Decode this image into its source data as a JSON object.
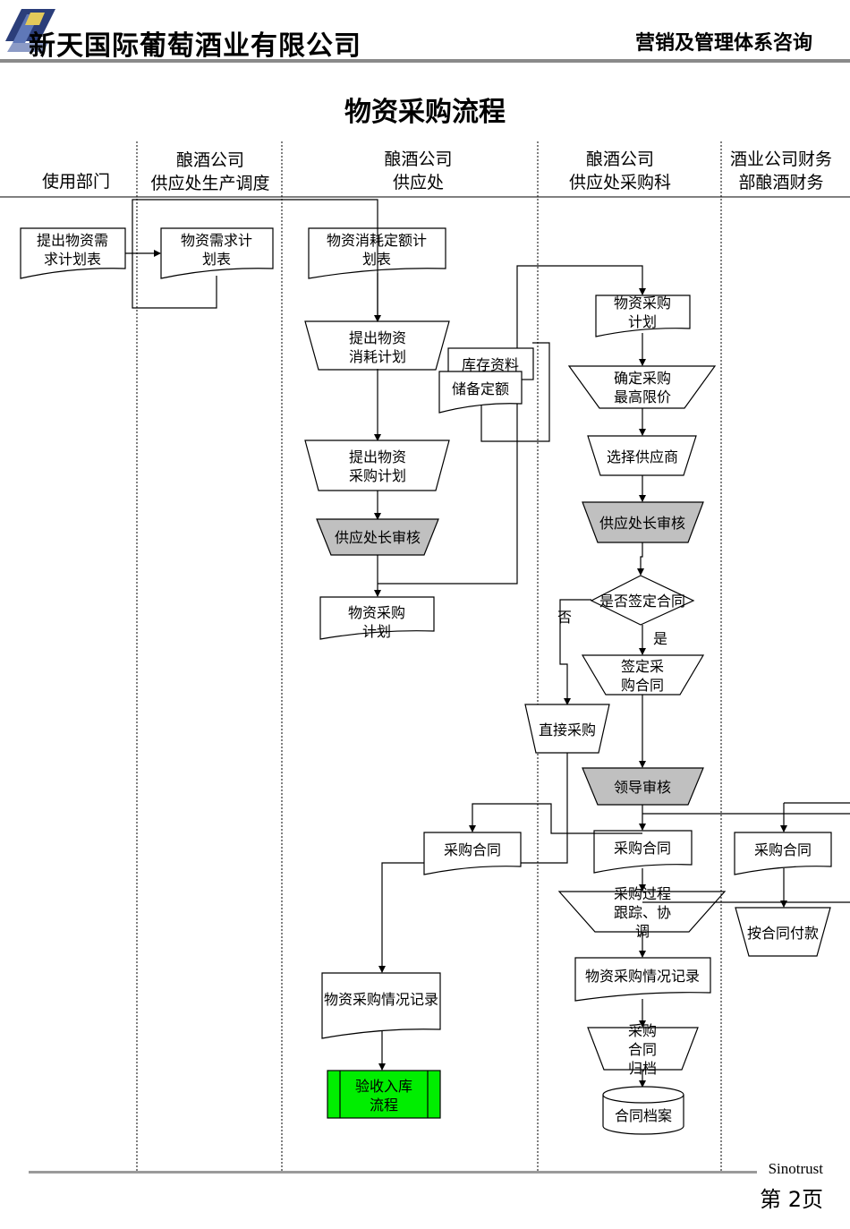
{
  "header": {
    "company": "新天国际葡萄酒业有限公司",
    "subtitle": "营销及管理体系咨询"
  },
  "title": "物资采购流程",
  "columns": [
    {
      "lines": [
        "使用部门"
      ]
    },
    {
      "lines": [
        "酿酒公司",
        "供应处生产调度"
      ]
    },
    {
      "lines": [
        "酿酒公司",
        "供应处"
      ]
    },
    {
      "lines": [
        "酿酒公司",
        "供应处采购科"
      ]
    },
    {
      "lines": [
        "酒业公司财务",
        "部酿酒财务"
      ]
    }
  ],
  "nodes": {
    "n1": [
      "提出物资需",
      "求计划表"
    ],
    "n2": [
      "物资需求计",
      "划表"
    ],
    "n3": [
      "物资消耗定额计",
      "划表"
    ],
    "n4": [
      "提出物资",
      "消耗计划"
    ],
    "n5": [
      "库存资料"
    ],
    "n6": [
      "储备定额"
    ],
    "n7": [
      "提出物资",
      "采购计划"
    ],
    "n8": [
      "供应处长审核"
    ],
    "n9": [
      "物资采购",
      "计划"
    ],
    "n10": [
      "物资采购",
      "计划"
    ],
    "n11": [
      "确定采购",
      "最高限价"
    ],
    "n12": [
      "选择供应商"
    ],
    "n13": [
      "供应处长审核"
    ],
    "n14": [
      "是否签定合同"
    ],
    "n15": [
      "签定采",
      "购合同"
    ],
    "n16": [
      "直接采购"
    ],
    "n17": [
      "领导审核"
    ],
    "n18": [
      "采购合同"
    ],
    "n19": [
      "采购合同"
    ],
    "n20": [
      "采购合同"
    ],
    "n21": [
      "采购过程",
      "跟踪、协",
      "调"
    ],
    "n22": [
      "按合同付款"
    ],
    "n23": [
      "物资采购情况记录"
    ],
    "n24": [
      "物资采购情况记录"
    ],
    "n25": [
      "采购",
      "合同",
      "归档"
    ],
    "n26": [
      "合同档案"
    ],
    "n27": [
      "验收入库",
      "流程"
    ]
  },
  "labels": {
    "no": "否",
    "yes": "是"
  },
  "colors": {
    "review_fill": "#c0c0c0",
    "process_fill": "#00ee00",
    "line": "#000000",
    "rule": "#8a8a8a"
  },
  "footer": {
    "brand": "Sinotrust",
    "page": "第 2页"
  }
}
